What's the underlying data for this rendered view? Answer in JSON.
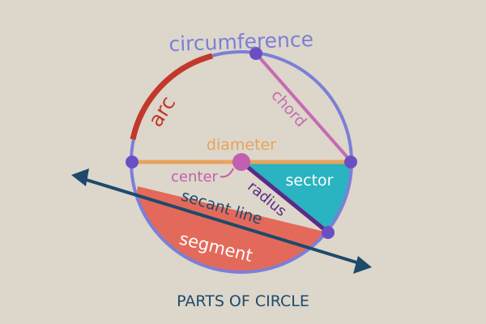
{
  "title": "PARTS OF CIRCLE",
  "labels": {
    "circumference": "circumference",
    "arc": "arc",
    "chord": "chord",
    "diameter": "diameter",
    "center": "center",
    "radius": "radius",
    "sector": "sector",
    "secant_line": "secant line",
    "segment": "segment"
  },
  "colors": {
    "background": "#ddd6ca",
    "circle": "#7b7fd8",
    "arc": "#c0392b",
    "chord": "#c56bb3",
    "diameter": "#e8a35c",
    "center": "#c25fae",
    "radius": "#5b2a86",
    "sector": "#2ab3c0",
    "segment": "#e36a5a",
    "secant": "#1d4a6b",
    "point": "#6a4fc4",
    "title": "#1d4a6b"
  }
}
